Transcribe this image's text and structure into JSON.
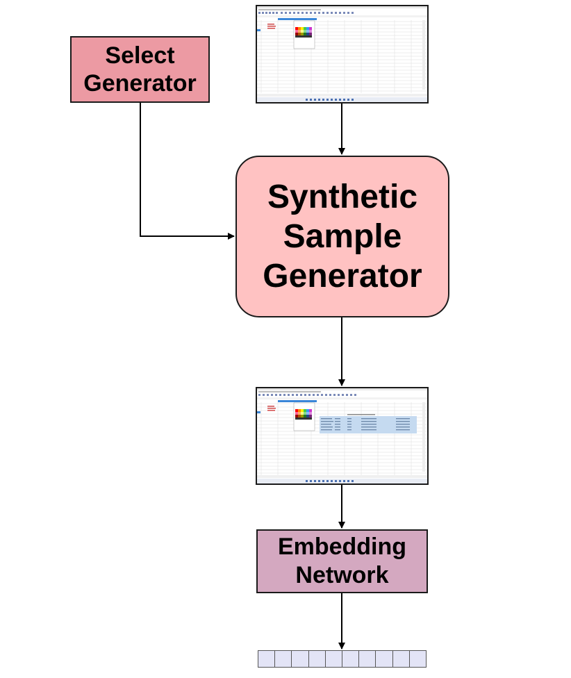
{
  "nodes": {
    "select_generator": {
      "label": "Select\nGenerator",
      "fill": "#ec9aa3"
    },
    "synthetic_sample_generator": {
      "label": "Synthetic\nSample\nGenerator",
      "fill": "#ffc2c2"
    },
    "embedding_network": {
      "label": "Embedding\nNetwork",
      "fill": "#d4a8c0"
    }
  },
  "screenshots": {
    "input": {
      "description": "spreadsheet-screenshot",
      "highlighted_table": false
    },
    "output": {
      "description": "spreadsheet-screenshot",
      "highlighted_table": true
    }
  },
  "output_vector": {
    "cells": 10,
    "fill": "#e3e4f6"
  },
  "colors": {
    "stroke": "#1a1a1a",
    "arrow": "#000000"
  }
}
